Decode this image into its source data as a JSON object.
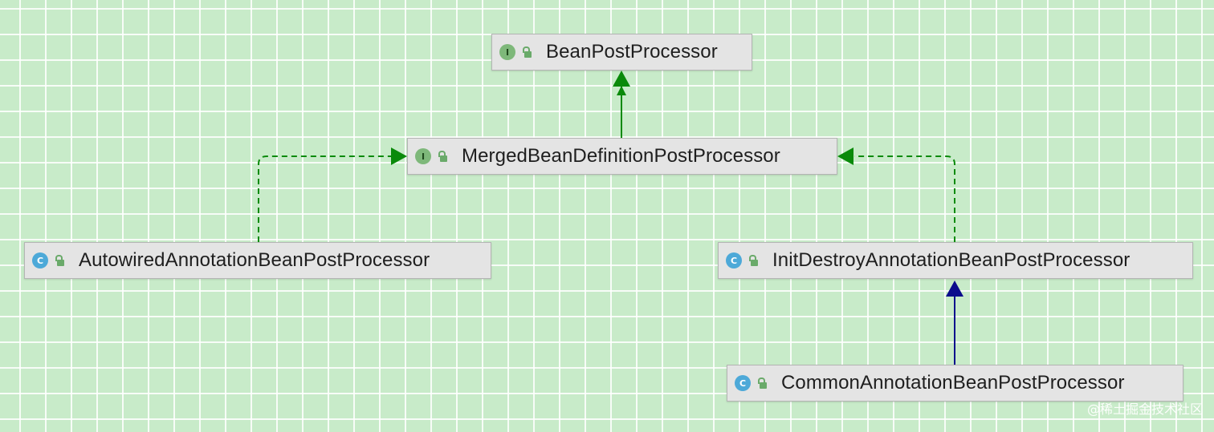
{
  "nodes": [
    {
      "id": "bpp",
      "kind": "I",
      "kind_type": "interface",
      "label": "BeanPostProcessor"
    },
    {
      "id": "mbdpp",
      "kind": "I",
      "kind_type": "interface",
      "label": "MergedBeanDefinitionPostProcessor"
    },
    {
      "id": "abpp",
      "kind": "C",
      "kind_type": "class",
      "label": "AutowiredAnnotationBeanPostProcessor"
    },
    {
      "id": "idabpp",
      "kind": "C",
      "kind_type": "class",
      "label": "InitDestroyAnnotationBeanPostProcessor"
    },
    {
      "id": "cabpp",
      "kind": "C",
      "kind_type": "class",
      "label": "CommonAnnotationBeanPostProcessor"
    }
  ],
  "edges": [
    {
      "from": "mbdpp",
      "to": "bpp",
      "relation": "extends",
      "style": "solid",
      "color": "#0a8a0a"
    },
    {
      "from": "abpp",
      "to": "mbdpp",
      "relation": "implements",
      "style": "dashed",
      "color": "#0a8a0a"
    },
    {
      "from": "idabpp",
      "to": "mbdpp",
      "relation": "implements",
      "style": "dashed",
      "color": "#0a8a0a"
    },
    {
      "from": "cabpp",
      "to": "idabpp",
      "relation": "extends",
      "style": "solid",
      "color": "#0b0b8c"
    }
  ],
  "colors": {
    "background": "#c8ebc9",
    "grid": "#ffffff",
    "node_fill": "#e4e4e4",
    "interface_icon": "#7eb87a",
    "class_icon": "#4da9d8"
  },
  "watermark": "@稀土掘金技术社区"
}
